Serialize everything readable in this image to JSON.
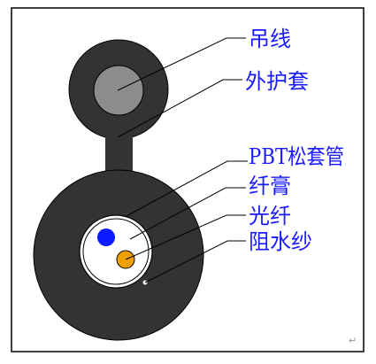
{
  "labels": {
    "messenger_wire": "吊线",
    "outer_sheath": "外护套",
    "pbt_tube": "PBT松套管",
    "fiber_paste": "纤膏",
    "optical_fiber": "光纤",
    "water_blocking_yarn": "阻水纱"
  },
  "paragraph_mark": "↵",
  "colors": {
    "sheath": "#333333",
    "messenger_wire": "#8c8c8c",
    "blue_fiber": "#0a1cff",
    "orange_fiber": "#f0a000",
    "label_text": "#1a1aff",
    "frame": "#000000",
    "leader_line": "#000000"
  }
}
